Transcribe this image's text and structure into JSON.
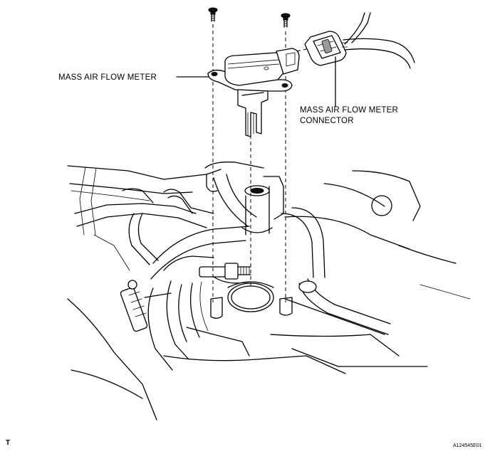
{
  "labels": {
    "maf_meter": "MASS AIR FLOW METER",
    "maf_connector_line1": "MASS AIR FLOW METER",
    "maf_connector_line2": "CONNECTOR",
    "corner_mark": "T",
    "figure_id": "A124545E01"
  }
}
